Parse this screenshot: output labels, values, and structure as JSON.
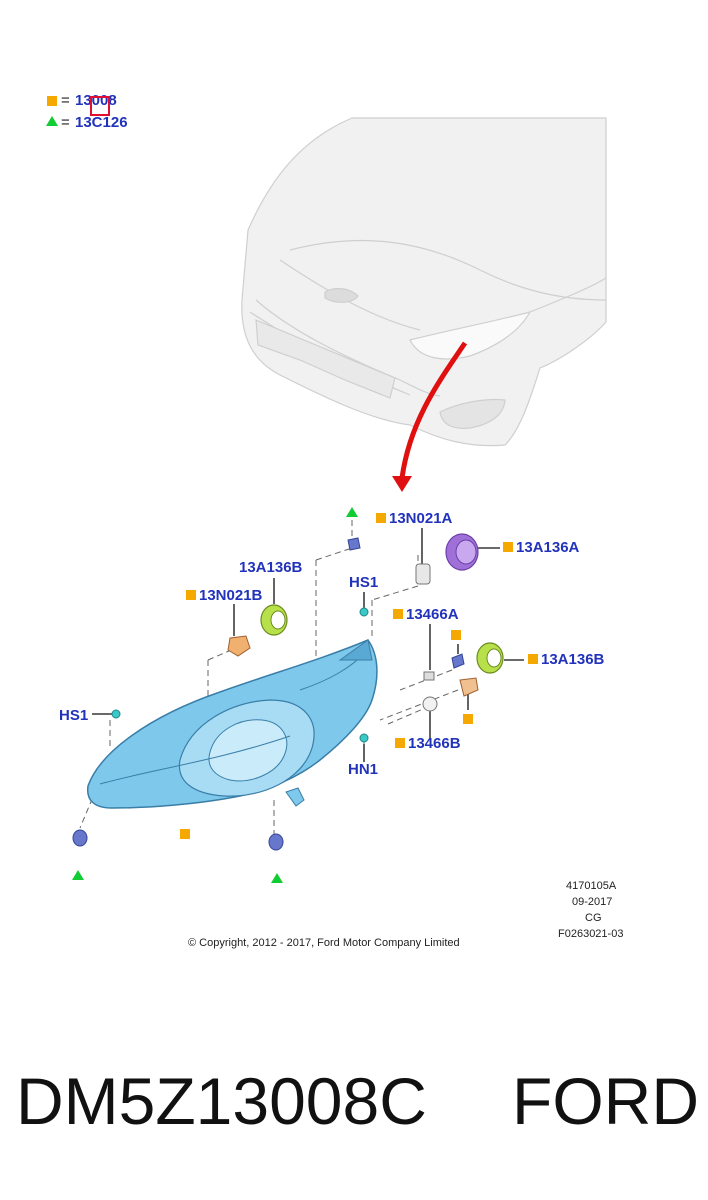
{
  "legend": {
    "square_part": "13008",
    "triangle_part": "13C126",
    "equals": "="
  },
  "callouts": {
    "bulb_a": "13N021A",
    "bulb_b": "13N021B",
    "cover_a": "13A136A",
    "cover_b_left": "13A136B",
    "cover_b_right": "13A136B",
    "bulb_13466a": "13466A",
    "bulb_13466b": "13466B",
    "hs1_left": "HS1",
    "hs1_mid": "HS1",
    "hn1": "HN1"
  },
  "drawing_info": {
    "ref1": "4170105A",
    "date": "09-2017",
    "code": "CG",
    "ref2": "F0263021-03"
  },
  "copyright": "© Copyright, 2012 - 2017, Ford Motor Company Limited",
  "footer": {
    "part_number": "DM5Z13008C",
    "brand": "FORD"
  },
  "colors": {
    "callout_text": "#2233bb",
    "square_marker": "#f5a800",
    "triangle_marker": "#11cc33",
    "arrow": "#e01010",
    "headlamp": "#7ec8ec",
    "cover_green": "#b8e04a",
    "cover_purple": "#a070d8"
  }
}
